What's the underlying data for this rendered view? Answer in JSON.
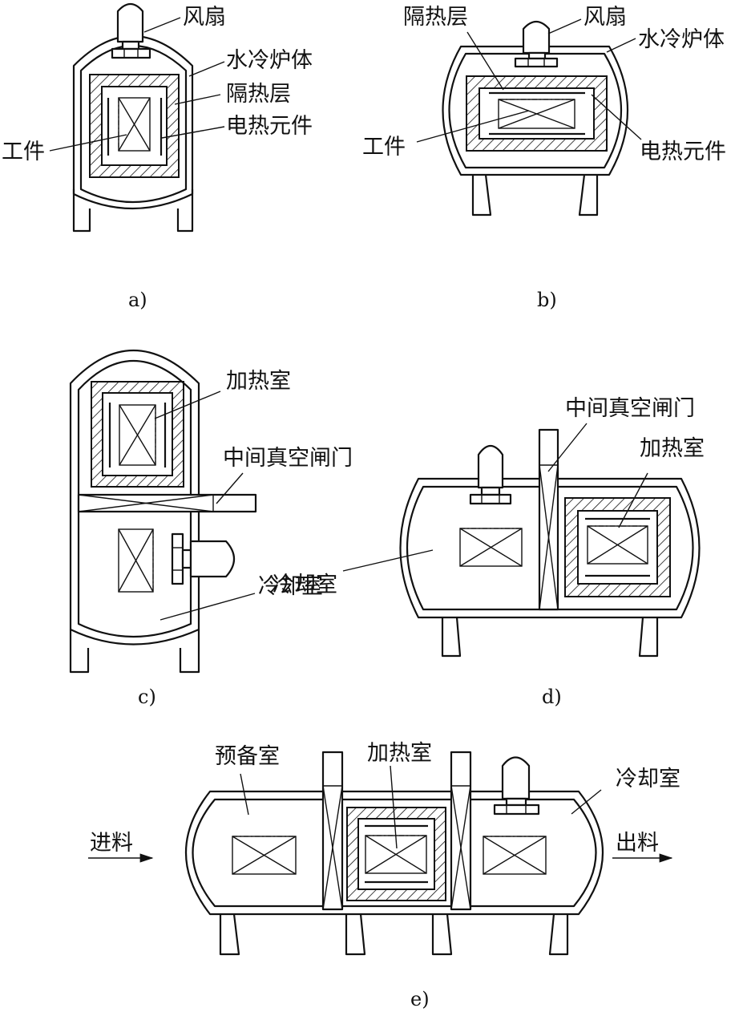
{
  "figures": {
    "a": {
      "caption": "a)",
      "labels": {
        "fan": "风扇",
        "body": "水冷炉体",
        "insulation": "隔热层",
        "heater": "电热元件",
        "workpiece": "工件"
      }
    },
    "b": {
      "caption": "b)",
      "labels": {
        "insulation": "隔热层",
        "fan": "风扇",
        "body": "水冷炉体",
        "workpiece": "工件",
        "heater": "电热元件"
      }
    },
    "c": {
      "caption": "c)",
      "labels": {
        "heating": "加热室",
        "gate": "中间真空闸门",
        "cooling": "冷却室"
      }
    },
    "d": {
      "caption": "d)",
      "labels": {
        "gate": "中间真空闸门",
        "heating": "加热室",
        "cooling": "冷却室"
      }
    },
    "e": {
      "caption": "e)",
      "labels": {
        "prep": "预备室",
        "heating": "加热室",
        "cooling": "冷却室",
        "feed_in": "进料",
        "feed_out": "出料"
      }
    }
  }
}
